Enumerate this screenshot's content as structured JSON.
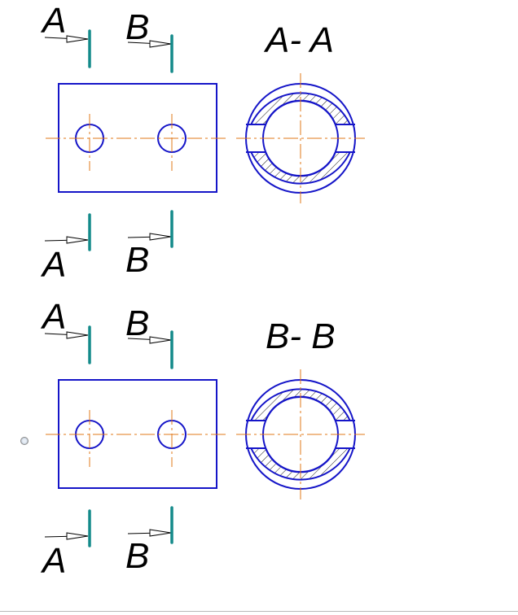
{
  "colors": {
    "outline": "#1515c8",
    "axis": "#e07818",
    "cutting_plane": "#138a8a",
    "text": "#000000"
  },
  "figures": [
    {
      "section_title": "A- A",
      "top_labels": [
        "A",
        "B"
      ],
      "bottom_labels": [
        "A",
        "B"
      ]
    },
    {
      "section_title": "B- B",
      "top_labels": [
        "A",
        "B"
      ],
      "bottom_labels": [
        "A",
        "B"
      ]
    }
  ],
  "radio_icon": "radio-button-icon"
}
